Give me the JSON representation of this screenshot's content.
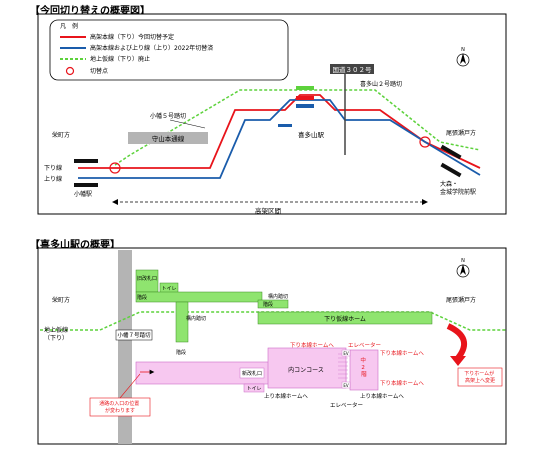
{
  "diagram1": {
    "title": "【今回切り替えの概要図】",
    "legend": {
      "title": "凡　例",
      "items": [
        "高架本線（下り）今回切替予定",
        "高架本線および上り線（上り）2022年切替済",
        "地上仮線（下り）廃止",
        "切替点"
      ]
    },
    "labels": {
      "sakae": "栄町方",
      "obase": "尾張瀬戸方",
      "kudari": "下り線",
      "nobori": "上り線",
      "komaki_sta": "小幡駅",
      "moriyama": "守山本通線",
      "komaki5": "小幡５号踏切",
      "kokudo": "国道３０２号",
      "kitaokayama2": "喜多山２号踏切",
      "kitayama_sta": "喜多山駅",
      "omori_sta": "大森・\n金城学院前駅",
      "kouka": "高架区間"
    }
  },
  "diagram2": {
    "title": "【喜多山駅の概要】",
    "labels": {
      "sakae": "栄町方",
      "obase": "尾張瀬戸方",
      "chijo": "地上仮線\n（下り）",
      "fumikiri_left": "小幡７号踏切",
      "kaisatsu_old": "旧改札口",
      "toilet1": "トイレ",
      "kaidan1": "階段",
      "koumu": "構内踏切",
      "kaidan2": "階段",
      "kaidan3": "階段",
      "shinkaisatsu": "新改札口",
      "toilet2": "トイレ",
      "kudari_platform": "下り仮線ホーム",
      "concourse": "内コンコース",
      "chujoshitsu": "中\n2\n階",
      "nobori_home": "上り本線ホームへ",
      "nobori_home2": "上り本線ホームへ",
      "kudari_home": "下り本線ホームへ",
      "kudari_home2": "下り本線ホームへ",
      "kudari_home3": "下り本線ホームへ",
      "elevator1": "エレベーター",
      "elevator2": "エレベーター",
      "ev1": "EV",
      "ev2": "EV",
      "tsuro_note": "通路の入口の位置\nが変わります",
      "platform_note": "下りホームが\n高架上へ変更"
    }
  },
  "colors": {
    "red": "#e8141b",
    "blue": "#1a5cab",
    "green_dash": "#5dd23c",
    "green_fill": "#8fe46f",
    "pink": "#f7c8f0",
    "pink_dark": "#cc6dc8",
    "orange": "#e8141b",
    "gray": "#b4b4b4"
  }
}
